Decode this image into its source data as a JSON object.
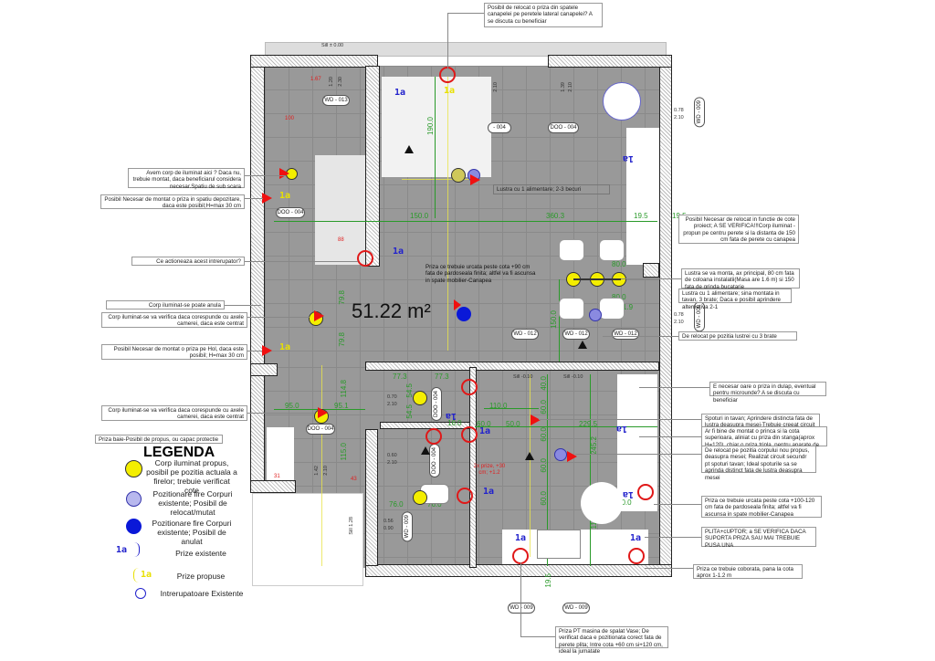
{
  "plan": {
    "area_label": "51.22 m²",
    "colors": {
      "proposed_light": "#f4ee00",
      "existing_light_relocate": "#8a8ae0",
      "existing_light_cancel": "#0a18d8",
      "check_ring": "#e01818",
      "dimension": "#2a9a2a",
      "existing_socket": "#2222cc",
      "proposed_socket": "#e8e000",
      "floor": "#9b9b9b"
    },
    "tags": {
      "wd013": "WD - 013",
      "doo004_a": "DOO - 004",
      "doo004_b": "DOO - 004",
      "doo004_c": "- 004",
      "doo004_d": "DOO - 004",
      "doo004_e": "DOO - 004",
      "doo004_f": "DOO - 004",
      "wd009_r1": "WD - 009",
      "wd009_r2": "WD - 009",
      "wd012_a": "WD - 012",
      "wd012_b": "WD - 012",
      "wd012_c": "WD - 012",
      "wd009_b1": "WD - 009",
      "wd009_b2": "WD - 009",
      "wd009_bath": "WD - 009"
    },
    "dimensions": {
      "d190": "190.0",
      "d150": "150.0",
      "d3603": "360.3",
      "d195a": "19.5",
      "d195b": "19.5",
      "d800a": "80.0",
      "d800b": "80.0",
      "d1019": "101.9",
      "d1500": "150.0",
      "d798a": "79.8",
      "d798b": "79.8",
      "d773a": "77.3",
      "d773b": "77.3",
      "d950": "95.0",
      "d951": "95.1",
      "d1148": "114.8",
      "d1150a": "115.0",
      "d545a": "54.5",
      "d545b": "54.5",
      "d160": "16.0",
      "d1100": "110.0",
      "d600a": "60.0",
      "d500": "50.0",
      "d2295": "229.5",
      "d2452": "245.2",
      "d400": "40.0",
      "d600b": "60.0",
      "d600c": "60.0",
      "d600d": "60.0",
      "d600e": "60.0",
      "d900": "90.0",
      "d1150b": "115.0",
      "d760a": "76.0",
      "d760b": "76.0",
      "d1195": "19.5"
    },
    "small_labels": {
      "sill_top": "Sill ± 0.00",
      "h167": "1.67",
      "h120": "1.20",
      "h230": "2.30",
      "h210a": "2.10",
      "h139": "1.39",
      "h210b": "2.10",
      "r078a": "0.78",
      "r210a": "2.10",
      "r078b": "0.78",
      "r210b": "2.10",
      "sill_mid1": "Sill -0.10",
      "sill_mid2": "Sill -0.10",
      "h070": "0.70",
      "h210c": "2.10",
      "h060": "0.60",
      "h210d": "2.10",
      "h142": "1.42",
      "h210e": "2.10",
      "sill_left": "Sill 1.28",
      "h056": "0.56",
      "h090": "0.90",
      "red100": "100",
      "red88": "88",
      "red31": "31",
      "red43": "43",
      "red_2x": "2x prize, +30 cm; +1.2"
    },
    "sockets": {
      "s1": "1a",
      "s2": "1a",
      "s3": "1a",
      "s4": "1a",
      "s5": "1a",
      "s6": "1a",
      "s7": "1a",
      "s8": "1a",
      "s9": "1a",
      "s10": "1a",
      "s11": "1a",
      "s12": "1a",
      "s13": "1a"
    }
  },
  "notes": {
    "top": "Posibil de relocat o priza din spatele canapelei pe peretele lateral canapelei? A se discuta cu beneficiar",
    "left_stair_light": "Avem corp de iluminat aici ? Daca nu, trebuie montat, daca beneficiarul considera necesar.Spatiu de sub scara",
    "left_storage_socket": "Posibil Necesar de montat o priza in spatiu depozitare, daca este posibil;H=max 30 cm",
    "left_switch": "Ce actioneaza acest intrerupator?",
    "left_cancel": "Corp iluminat-se poate anula",
    "left_center1": "Corp iluminat-se va verifica daca corespunde cu axele camerei, daca este centrat",
    "left_hall_socket": "Posibil Necesar de montat o priza pe Hol, daca este posibil; H=max 30 cm",
    "left_center2": "Corp iluminat-se va verifica daca corespunde cu axele camerei, daca este centrat",
    "left_bath": "Priza  baie-Posibil de propus, ou capac protectie",
    "center_sofa": "Priza ce trebuie urcata peste cota +90 cm fata de pardoseala finita; altfel va fi ascunsa in spate mobilier-Canapea",
    "center_lustra": "Lustra cu 1 alimentare; 2-3 becuri",
    "right_relocate": "Posibil Necesar de relocat in functie de cote proiect; A SE VERIFICA!!!Corp iluminat -propun pe centru perete si la distanta de 150 cm fata de perete cu canapea",
    "right_lustra_main": "Lustra se va monta, ax principal, 80 cm fata de coloana instalatii(Masa are 1.6 m) si 150 fata de grinda bucatarie",
    "right_lustra_rail": "Lustra cu 1 alimentare; sina montata in tavan, 3 brate; Daca e posibil aprindere alternativa 2-1",
    "right_relocate3": "De relocat pe pozitia lustrei cu 3 brate",
    "right_closet": "E necesar oare o priza in dulap, eventual pentru microunde? A se discuta cu beneficiar",
    "right_spots": "Spoturi in tavan; Aprindere distincta fata de lustra deasupra mesei-Trebuie creeat circuit",
    "right_upper_socket": "Ar fi bine de montat o princa si la cota superioara, aliniat cu priza din stanga(aprox H=120), chiar o priza tripla, pentru aparate de gatit",
    "right_new_body": "De relocat pe pozitia corpului  nou propus, deasupra mesei; Realizat circuit secundr pt spoturi tavan; Ideal spoturile sa se aprinda distinct fata de lustra deasupra mesei",
    "right_sofa_socket": "Priza ce trebuie urcata peste cota +100-120 cm fata de pardoseala finita; altfel va fi ascunsa in spate mobilier-Canapea",
    "right_oven": "PLITA+cUPTOR; a SE VERIFICA DACA SUPORTA PRIZA SAU MAI TREBUIE PUSA UNA",
    "right_lower": "Priza ce trebuie coborata, pana la cota aprox 1-1.2 m",
    "bottom_dishwasher": "Priza PT masina de spalat Vase; De verificat daca e  pozitionata corect fata de perete plita; Intre cota +60 cm si+120 cm, ideal la jumatate"
  },
  "legend": {
    "title": "LEGENDA",
    "items": [
      {
        "symbol": "proposed-light",
        "label": "Corp iluminat propus, posibil pe pozitia actuala a firelor; trebuie verificat cote"
      },
      {
        "symbol": "existing-light-relocate",
        "label": "Pozitionare fire Corpuri existente; Posibil de relocat/mutat"
      },
      {
        "symbol": "existing-light-cancel",
        "label": "Pozitionare fire Corpuri existente; Posibil de anulat"
      },
      {
        "symbol": "existing-socket",
        "label": "Prize existente",
        "code": "1a"
      },
      {
        "symbol": "proposed-socket",
        "label": "Prize propuse",
        "code": "1a"
      },
      {
        "symbol": "existing-switch",
        "label": "Intrerupatoare Existente"
      }
    ]
  }
}
